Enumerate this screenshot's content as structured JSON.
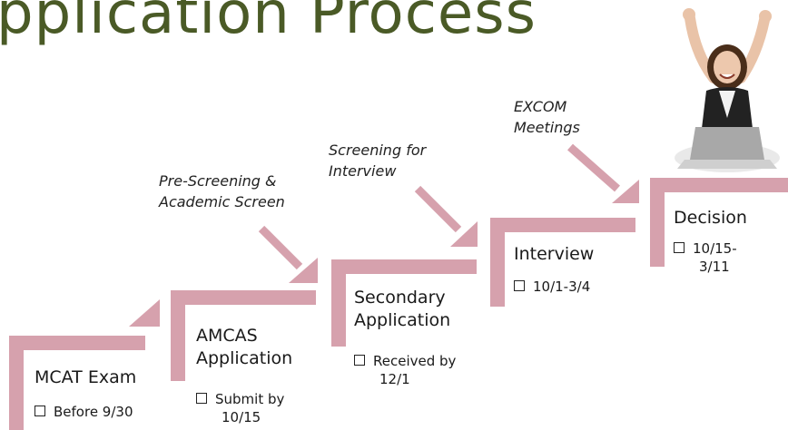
{
  "title": "pplication Process",
  "annotations": [
    {
      "id": "prescreen",
      "lines": [
        "Pre-Screening &",
        "Academic Screen"
      ]
    },
    {
      "id": "screening",
      "lines": [
        "Screening for",
        "Interview"
      ]
    },
    {
      "id": "excom",
      "lines": [
        "EXCOM",
        "Meetings"
      ]
    }
  ],
  "steps": [
    {
      "id": "mcat",
      "title_lines": [
        "MCAT Exam"
      ],
      "bullet_lines": [
        "Before 9/30"
      ]
    },
    {
      "id": "amcas",
      "title_lines": [
        "AMCAS",
        "Application"
      ],
      "bullet_lines": [
        "Submit by",
        "10/15"
      ]
    },
    {
      "id": "secondary",
      "title_lines": [
        "Secondary",
        "Application"
      ],
      "bullet_lines": [
        "Received by",
        "12/1"
      ]
    },
    {
      "id": "interview",
      "title_lines": [
        "Interview"
      ],
      "bullet_lines": [
        "10/1-3/4"
      ]
    },
    {
      "id": "decision",
      "title_lines": [
        "Decision"
      ],
      "bullet_lines": [
        "10/15-",
        "3/11"
      ]
    }
  ],
  "colors": {
    "step_fill": "#d6a1ad",
    "title": "#4a5a26"
  }
}
